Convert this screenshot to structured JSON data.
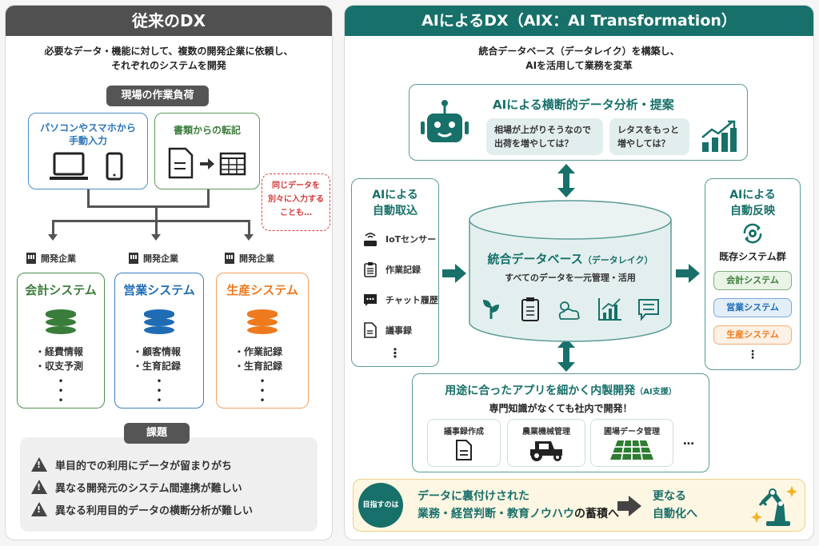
{
  "left": {
    "title": "従来のDX",
    "subtitle_line1": "必要なデータ・機能に対して、複数の開発企業に依頼し、",
    "subtitle_line2": "それぞれのシステムを開発",
    "workload_label": "現場の作業負荷",
    "input_box": {
      "line1": "パソコンやスマホから",
      "line2": "手動入力"
    },
    "transcribe_box": {
      "label": "書類からの転記"
    },
    "callout": {
      "line1": "同じデータを",
      "line2": "別々に入力する",
      "line3": "ことも…"
    },
    "company_label": "開発企業",
    "systems": [
      {
        "title": "会計システム",
        "color": "#3a7d3a",
        "items": [
          "・経費情報",
          "・収支予測"
        ]
      },
      {
        "title": "営業システム",
        "color": "#1f6cb5",
        "items": [
          "・顧客情報",
          "・生育記録"
        ]
      },
      {
        "title": "生産システム",
        "color": "#ee7a1e",
        "items": [
          "・作業記録",
          "・生育記録"
        ]
      }
    ],
    "issues_label": "課題",
    "issues": [
      "単目的での利用にデータが留まりがち",
      "異なる開発元のシステム間連携が難しい",
      "異なる利用目的データの横断分析が難しい"
    ]
  },
  "right": {
    "title": "AIによるDX（AIX：AI Transformation）",
    "subtitle_line1": "統合データベース（データレイク）を構築し、",
    "subtitle_line2": "AIを活用して業務を変革",
    "analysis": {
      "title": "AIによる横断的データ分析・提案",
      "bubble1_line1": "相場が上がりそうなので",
      "bubble1_line2": "出荷を増やしては？",
      "bubble2_line1": "レタスをもっと",
      "bubble2_line2": "増やしては？"
    },
    "intake": {
      "title_line1": "AIによる",
      "title_line2": "自動取込",
      "items": [
        "IoTセンサー",
        "作業記録",
        "チャット履歴",
        "議事録"
      ],
      "more": "⋮"
    },
    "database": {
      "title": "統合データベース",
      "title_paren": "（データレイク）",
      "subtitle": "すべてのデータを一元管理・活用"
    },
    "reflect": {
      "title_line1": "AIによる",
      "title_line2": "自動反映",
      "group_label": "既存システム群",
      "chips": [
        {
          "label": "会計システム",
          "color": "#3a7d3a",
          "bg": "#e9f3e6"
        },
        {
          "label": "営業システム",
          "color": "#1f6cb5",
          "bg": "#e3eef9"
        },
        {
          "label": "生産システム",
          "color": "#ee7a1e",
          "bg": "#fdf0e4"
        }
      ],
      "more": "⋮"
    },
    "apps": {
      "title": "用途に合ったアプリを細かく内製開発",
      "title_suffix": "（AI支援）",
      "subtitle": "専門知識がなくても社内で開発！",
      "items": [
        "議事録作成",
        "農業機械管理",
        "圃場データ管理"
      ],
      "more": "…"
    },
    "goal": {
      "circle_label": "目指すのは",
      "line1": "データに裏付けされた",
      "line2_a": "業務・経営判断・教育ノウハウ",
      "line2_b": "の蓄積へ",
      "result_line1": "更なる",
      "result_line2": "自動化へ"
    }
  }
}
